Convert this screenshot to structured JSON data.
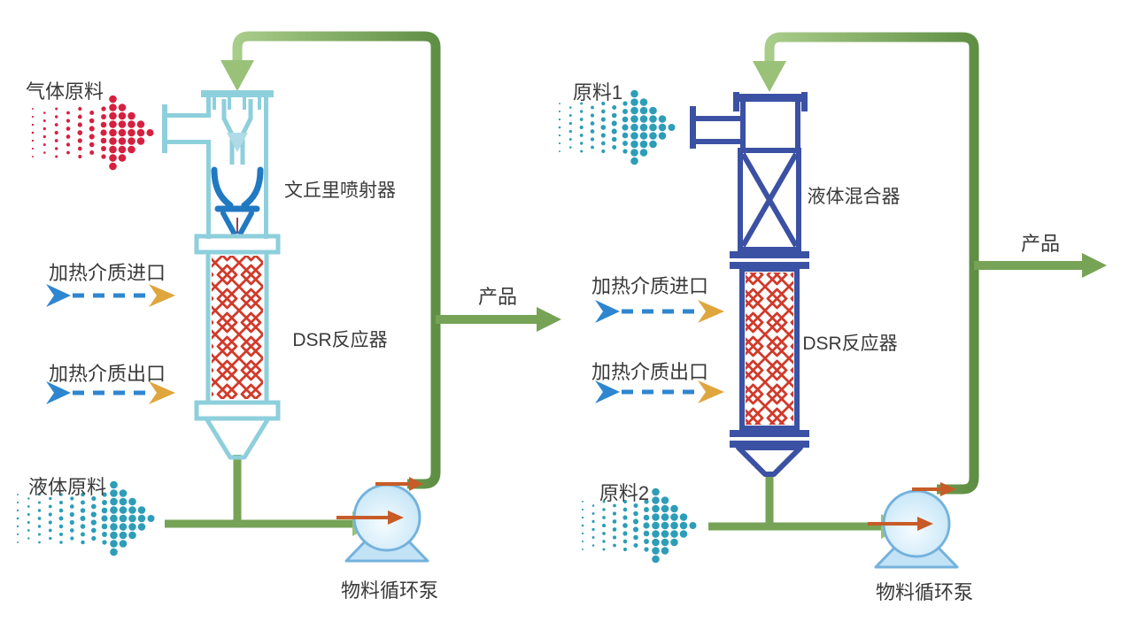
{
  "colors": {
    "pipe_green": "#76a356",
    "pipe_green_light": "#9ac178",
    "pipe_green_dark": "#5f8f44",
    "cyan": "#8ecfdc",
    "cyan_light": "#aedbe6",
    "blue": "#2179c2",
    "navy": "#3b51a3",
    "red_pattern": "#d13a2a",
    "red_dots": "#d6203f",
    "teal_dots": "#2d9db8",
    "dash_blue": "#2e86d0",
    "gold": "#dfa63e",
    "orange_arrow": "#c75c28",
    "pump_border": "#74b2dc",
    "label": "#3a3a3a"
  },
  "left_system": {
    "gas_feed_label": "气体原料",
    "venturi_label": "文丘里喷射器",
    "heat_in_label": "加热介质进口",
    "heat_out_label": "加热介质出口",
    "reactor_label": "DSR反应器",
    "liquid_feed_label": "液体原料",
    "product_label": "产品",
    "pump_label": "物料循环泵"
  },
  "right_system": {
    "feed1_label": "原料1",
    "mixer_label": "液体混合器",
    "heat_in_label": "加热介质进口",
    "heat_out_label": "加热介质出口",
    "reactor_label": "DSR反应器",
    "feed2_label": "原料2",
    "product_label": "产品",
    "pump_label": "物料循环泵"
  }
}
